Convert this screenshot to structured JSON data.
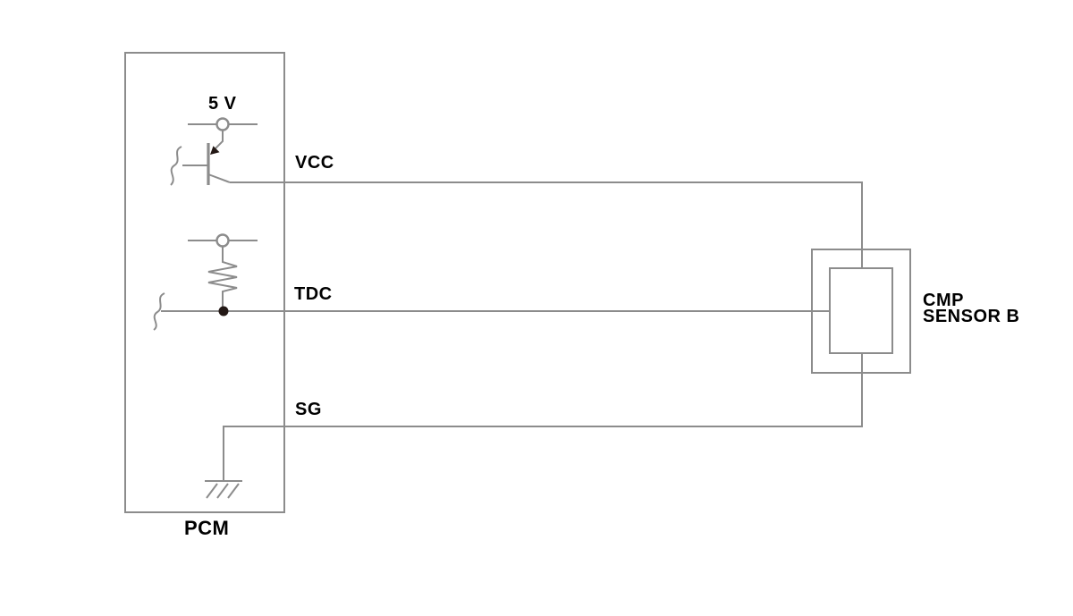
{
  "diagram": {
    "kind": "wiring-diagram",
    "colors": {
      "wire": "#8c8c8c",
      "text": "#000000",
      "junction": "#231815",
      "background": "#ffffff"
    },
    "pcm": {
      "label": "PCM",
      "supply_label": "5 V"
    },
    "pins": [
      {
        "id": "vcc",
        "label": "VCC"
      },
      {
        "id": "tdc",
        "label": "TDC"
      },
      {
        "id": "sg",
        "label": "SG"
      }
    ],
    "sensor": {
      "label_line1": "CMP",
      "label_line2": "SENSOR B"
    },
    "components": {
      "transistor": "pnp-transistor",
      "resistor": "pull-up-resistor",
      "ground": "chassis-ground",
      "terminals": "supply-terminals",
      "junction": "wire-junction-dot"
    }
  }
}
